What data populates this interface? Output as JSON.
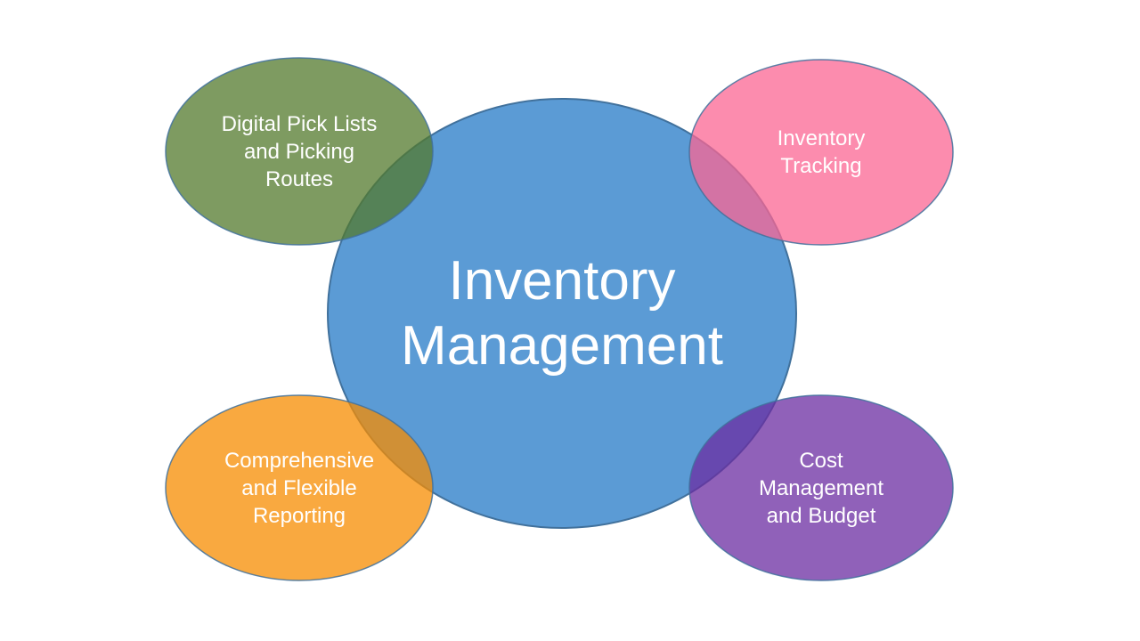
{
  "page": {
    "background": "#FFFFFF"
  },
  "diagram": {
    "center": {
      "label_lines": [
        "Inventory",
        "Management"
      ],
      "fill": "#5B9BD5",
      "stroke": "#41719C",
      "text_color": "#FFFFFF"
    },
    "bubbles": [
      {
        "id": "digital-pick-lists",
        "label_lines": [
          "Digital Pick Lists",
          "and Picking",
          "Routes"
        ],
        "color": "#7E9B61",
        "blend_fill": "#53792C",
        "blend_opacity": "0.75",
        "stroke": "#41719C",
        "text_color": "#FFFFFF"
      },
      {
        "id": "inventory-tracking",
        "label_lines": [
          "Inventory",
          "Tracking"
        ],
        "color": "#FC8CAE",
        "blend_fill": "#FB6693",
        "blend_opacity": "0.75",
        "stroke": "#41719C",
        "text_color": "#FFFFFF"
      },
      {
        "id": "comprehensive-reporting",
        "label_lines": [
          "Comprehensive",
          "and Flexible",
          "Reporting"
        ],
        "color": "#F9A93C",
        "blend_fill": "#F78C00",
        "blend_opacity": "0.75",
        "stroke": "#41719C",
        "text_color": "#FFFFFF"
      },
      {
        "id": "cost-management",
        "label_lines": [
          "Cost",
          "Management",
          "and Budget"
        ],
        "color": "#9061B9",
        "blend_fill": "#6B2CA2",
        "blend_opacity": "0.75",
        "stroke": "#41719C",
        "text_color": "#FFFFFF"
      }
    ]
  }
}
